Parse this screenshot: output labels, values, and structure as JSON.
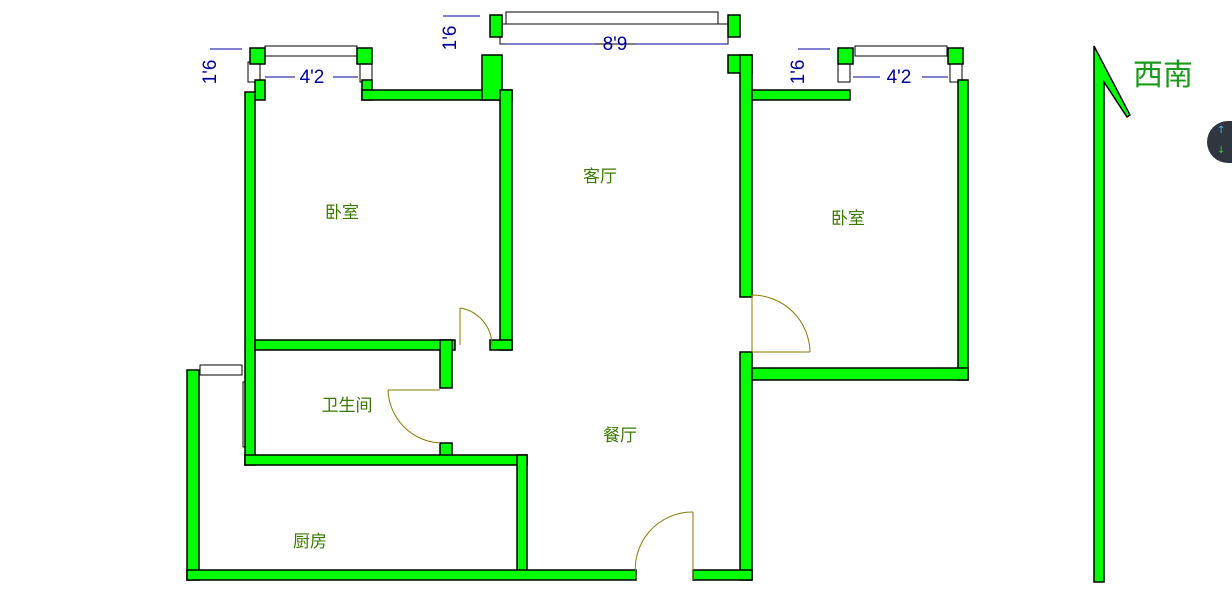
{
  "rooms": {
    "bedroom_left": "卧室",
    "living": "客厅",
    "bedroom_right": "卧室",
    "bathroom": "卫生间",
    "dining": "餐厅",
    "kitchen": "厨房"
  },
  "dimensions": {
    "left_window": "4'2",
    "center_window": "8'9",
    "right_window": "4'2",
    "left_offset": "1'6",
    "center_offset": "1'6",
    "right_offset": "1'6"
  },
  "orientation": "西南",
  "colors": {
    "wall": "#00ff00",
    "dimension": "#0000a0",
    "label": "#3a7a00"
  },
  "widget": {
    "up": "↑",
    "down": "↓"
  }
}
